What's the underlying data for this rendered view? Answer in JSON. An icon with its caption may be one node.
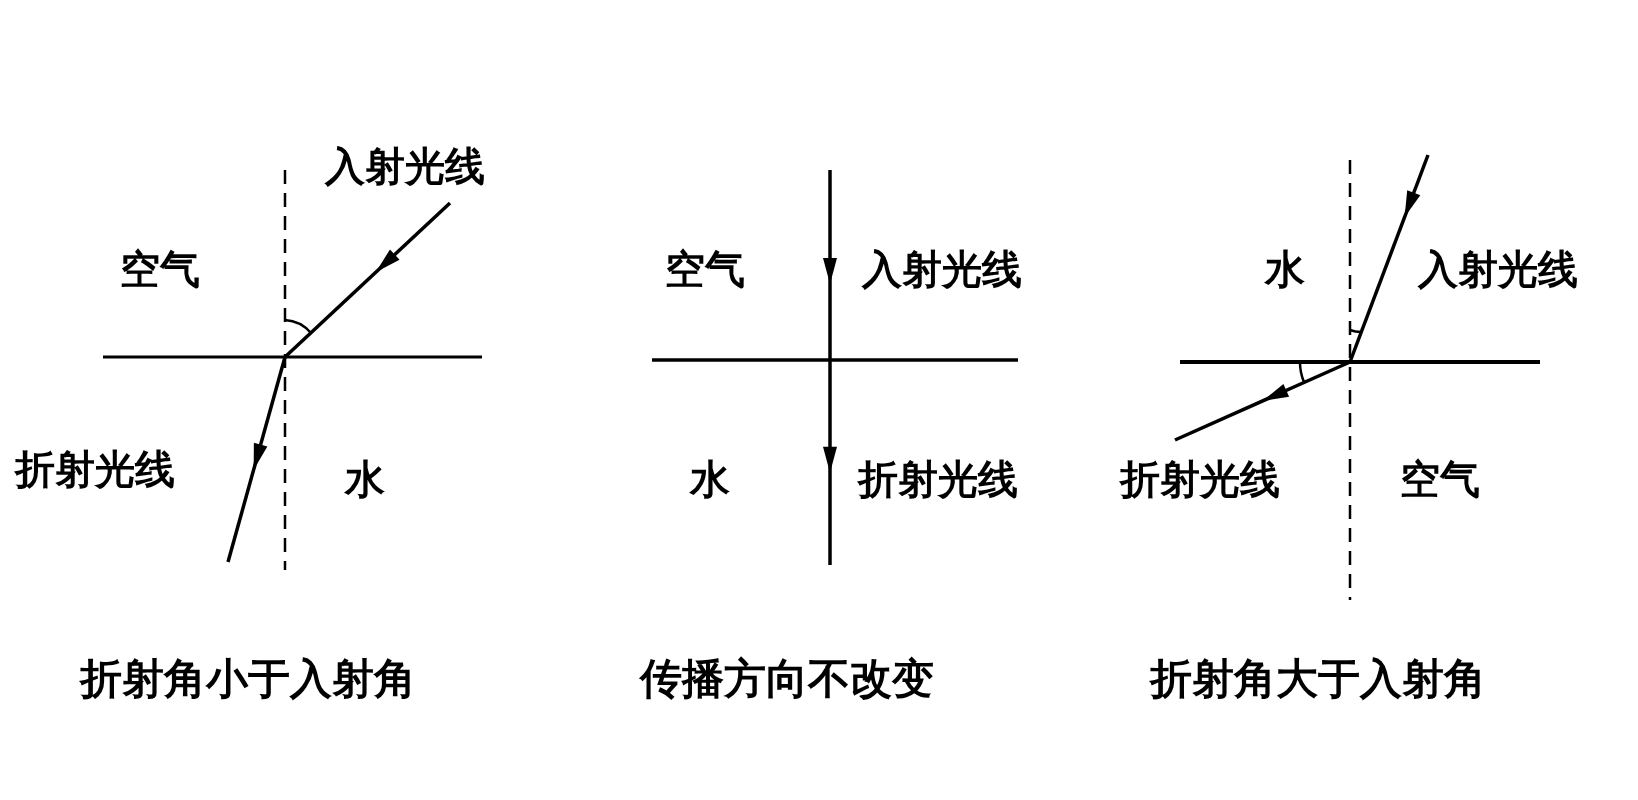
{
  "diagram": {
    "labels": [
      "入射光线",
      "空气",
      "折射光线",
      "水",
      "折射角小于入射角",
      "空气",
      "入射光线",
      "水",
      "折射光线",
      "传播方向不改变",
      "水",
      "入射光线",
      "折射光线",
      "空气",
      "折射角大于入射角"
    ]
  }
}
